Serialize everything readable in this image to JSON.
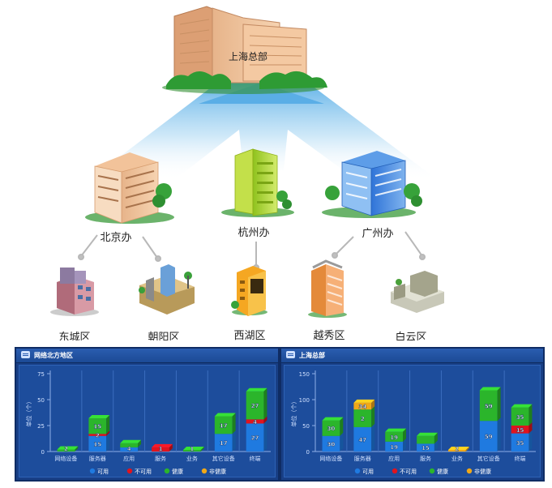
{
  "diagram": {
    "hq_label": "上海总部",
    "offices": [
      {
        "label": "北京办"
      },
      {
        "label": "杭州办"
      },
      {
        "label": "广州办"
      }
    ],
    "branches": [
      {
        "label": "东城区"
      },
      {
        "label": "朝阳区"
      },
      {
        "label": "西湖区"
      },
      {
        "label": "越秀区"
      },
      {
        "label": "白云区"
      }
    ]
  },
  "colors": {
    "available": "#1f7ae0",
    "unavailable": "#e0141e",
    "healthy": "#2bb52b",
    "unhealthy": "#f0a818",
    "panel_bg": "#1d4d9c"
  },
  "chart_data": [
    {
      "type": "bar",
      "title": "网络北方地区",
      "ylabel": "单位（个）",
      "ylim": [
        0,
        75
      ],
      "yticks": [
        0,
        25,
        50,
        75
      ],
      "categories": [
        "网络设备",
        "服务器",
        "应用",
        "服务",
        "业务",
        "其它设备",
        "终端"
      ],
      "series": [
        {
          "name": "可用",
          "color": "#1f7ae0",
          "values": [
            0,
            15,
            4,
            0,
            0,
            17,
            27
          ]
        },
        {
          "name": "不可用",
          "color": "#e0141e",
          "values": [
            0,
            2,
            0,
            4,
            0,
            0,
            4
          ]
        },
        {
          "name": "健康",
          "color": "#2bb52b",
          "values": [
            2,
            15,
            4,
            0,
            1,
            17,
            27
          ]
        },
        {
          "name": "非健康",
          "color": "#f0a818",
          "values": [
            0,
            0,
            0,
            0,
            0,
            0,
            0
          ]
        }
      ],
      "labels": [
        [
          "2"
        ],
        [
          "15",
          "2",
          "15"
        ],
        [
          "4"
        ],
        [
          "1"
        ],
        [
          "1"
        ],
        [
          "17",
          "17"
        ],
        [
          "27",
          "4",
          "27"
        ]
      ]
    },
    {
      "type": "bar",
      "title": "上海总部",
      "ylabel": "单位（个）",
      "ylim": [
        0,
        150
      ],
      "yticks": [
        0,
        50,
        100,
        150
      ],
      "categories": [
        "网络设备",
        "服务器",
        "应用",
        "服务",
        "业务",
        "其它设备",
        "终端"
      ],
      "series": [
        {
          "name": "可用",
          "color": "#1f7ae0",
          "values": [
            30,
            47,
            19,
            15,
            0,
            59,
            35
          ]
        },
        {
          "name": "不可用",
          "color": "#e0141e",
          "values": [
            0,
            0,
            0,
            0,
            0,
            0,
            15
          ]
        },
        {
          "name": "健康",
          "color": "#2bb52b",
          "values": [
            30,
            34,
            19,
            15,
            0,
            59,
            35
          ]
        },
        {
          "name": "非健康",
          "color": "#f0a818",
          "values": [
            0,
            13,
            0,
            0,
            2,
            0,
            0
          ]
        }
      ],
      "labels": [
        [
          "30",
          "30"
        ],
        [
          "47",
          "2",
          "34",
          "13"
        ],
        [
          "19",
          "19"
        ],
        [
          "15"
        ],
        [
          "2"
        ],
        [
          "59",
          "59"
        ],
        [
          "35",
          "15",
          "35"
        ]
      ]
    }
  ]
}
